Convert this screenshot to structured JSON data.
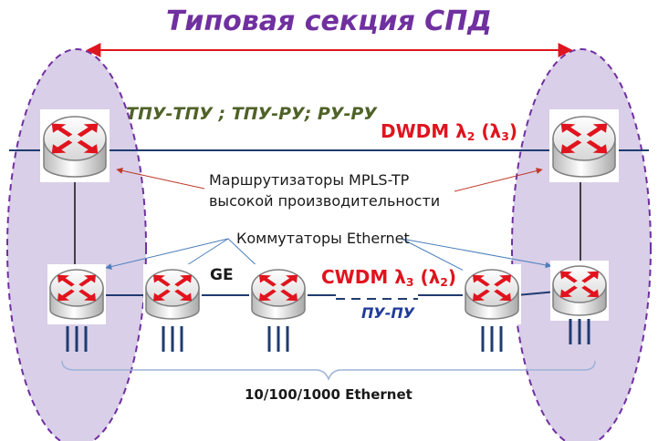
{
  "title": "Типовая секция СПД",
  "labels": {
    "tpu_pairs": "ТПУ-ТПУ ; ТПУ-РУ; РУ-РУ",
    "dwdm": {
      "prefix": "DWDM λ",
      "sub1": "2",
      "mid": " (λ",
      "sub2": "3",
      "suffix": ")"
    },
    "routers_line1": "Маршрутизаторы MPLS-TP",
    "routers_line2": "высокой производительности",
    "switches": "Коммутаторы Ethernet",
    "ge": "GE",
    "cwdm": {
      "prefix": "CWDM λ",
      "sub1": "3",
      "mid": " (λ",
      "sub2": "2",
      "suffix": ")"
    },
    "pu_pu": "ПУ-ПУ",
    "ethernet": "10/100/1000 Ethernet"
  },
  "icons": {
    "router": "router-icon",
    "switch": "switch-icon"
  },
  "colors": {
    "title": "#7030a0",
    "zone_fill": "#d9cfe8",
    "zone_border": "#7030a0",
    "router_arrows": "#e0141e",
    "backbone_line": "#1f3b70",
    "pointer_router": "#c0392b",
    "pointer_switch": "#4a7ebb"
  }
}
